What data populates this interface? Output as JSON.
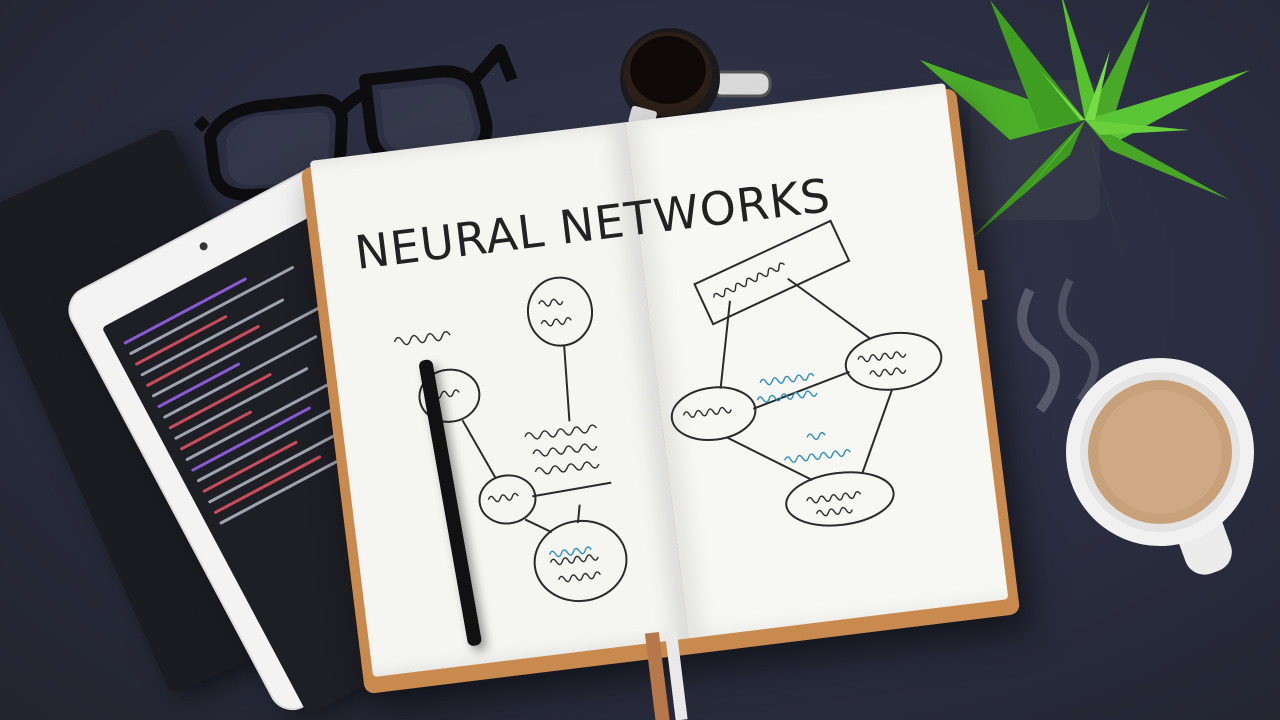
{
  "scene": {
    "background_color": "#2a2d3e",
    "notebook": {
      "title": "NEURAL NETWORKS",
      "cover_color": "#c98a4f"
    },
    "objects": [
      "glasses",
      "espresso-cup",
      "potted-succulent",
      "coffee-cup",
      "tablet",
      "open-notebook",
      "pen",
      "black-notebook"
    ]
  }
}
